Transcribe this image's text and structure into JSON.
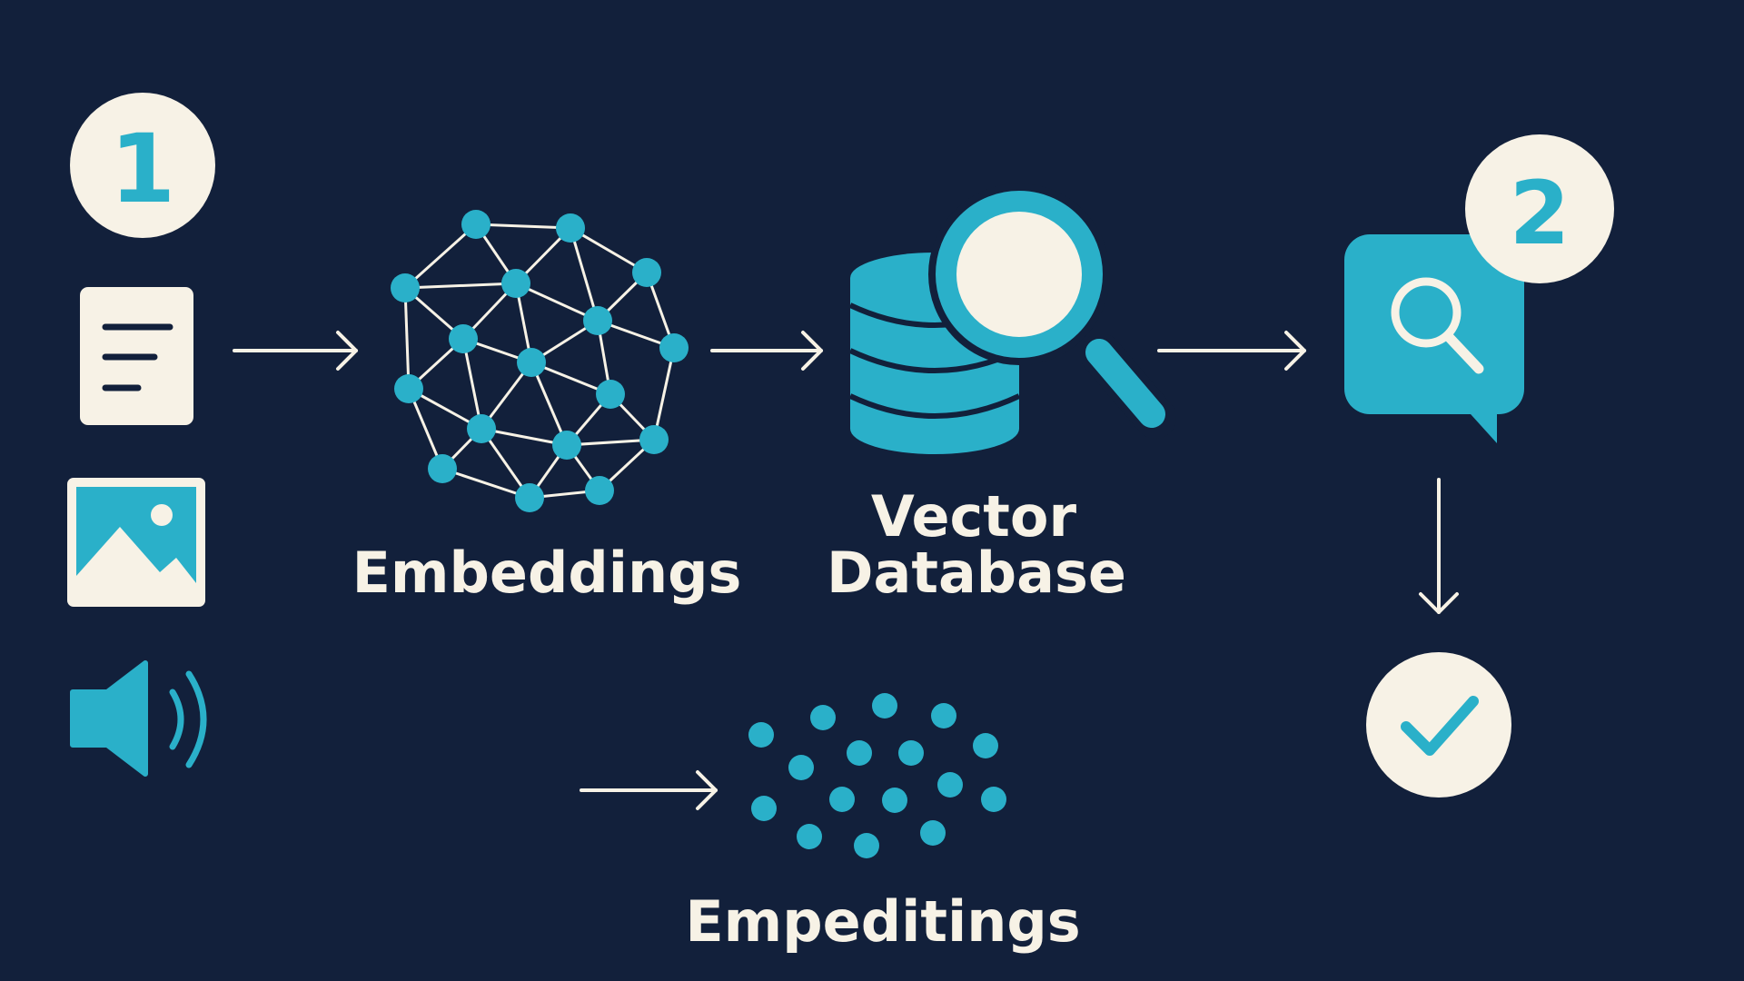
{
  "colors": {
    "background": "#12203b",
    "accent": "#2ab0c9",
    "cream": "#f7f2e6",
    "navy": "#12203b"
  },
  "steps": [
    {
      "number": "1"
    },
    {
      "number": "2"
    }
  ],
  "inputs": [
    {
      "icon": "document-icon"
    },
    {
      "icon": "image-icon"
    },
    {
      "icon": "audio-speaker-icon"
    }
  ],
  "nodes": {
    "embeddings_network": {
      "label": "Embeddings"
    },
    "vector_database": {
      "label_line1": "Vector",
      "label_line2": "Database"
    },
    "search_query": {
      "icon": "search-chat-icon"
    },
    "result": {
      "icon": "checkmark-icon"
    },
    "embeddings_scatter": {
      "label": "Empeditings"
    }
  }
}
